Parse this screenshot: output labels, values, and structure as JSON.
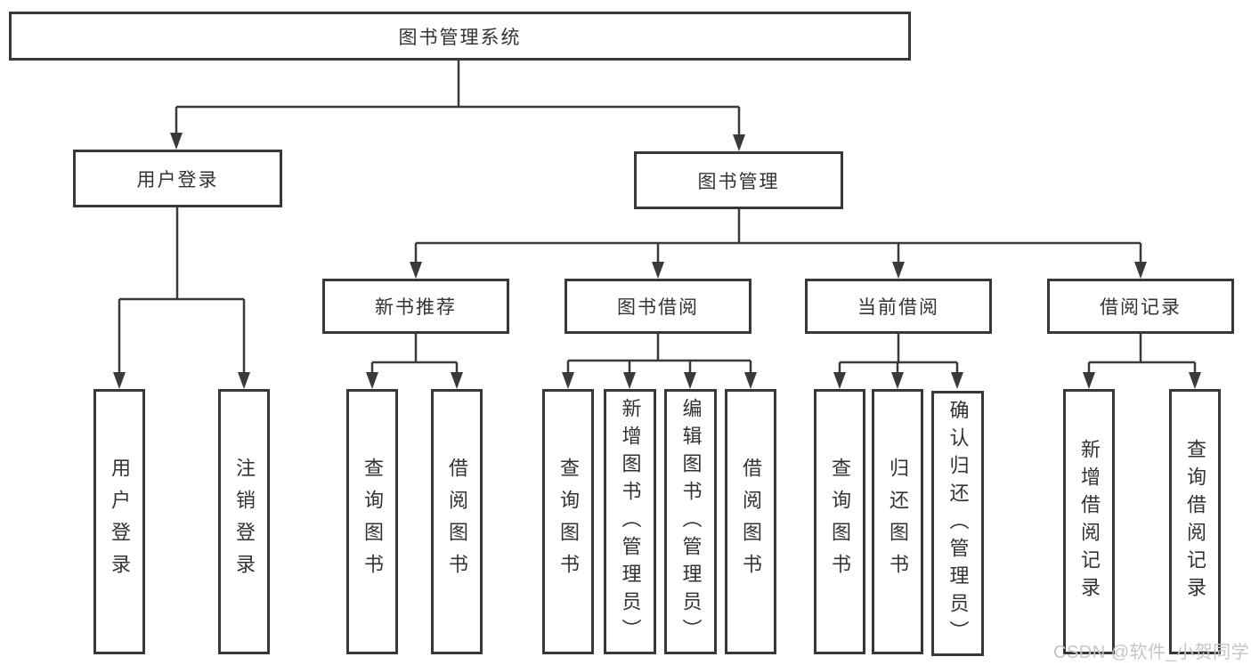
{
  "tree": {
    "label": "图书管理系统",
    "children": [
      {
        "label": "用户登录",
        "children": [
          {
            "label": "用户登录"
          },
          {
            "label": "注销登录"
          }
        ]
      },
      {
        "label": "图书管理",
        "children": [
          {
            "label": "新书推荐",
            "children": [
              {
                "label": "查询图书"
              },
              {
                "label": "借阅图书"
              }
            ]
          },
          {
            "label": "图书借阅",
            "children": [
              {
                "label": "查询图书"
              },
              {
                "label": "新增图书（管理员）"
              },
              {
                "label": "编辑图书（管理员）"
              },
              {
                "label": "借阅图书"
              }
            ]
          },
          {
            "label": "当前借阅",
            "children": [
              {
                "label": "查询图书"
              },
              {
                "label": "归还图书"
              },
              {
                "label": "确认归还（管理员）"
              }
            ]
          },
          {
            "label": "借阅记录",
            "children": [
              {
                "label": "新增借阅记录"
              },
              {
                "label": "查询借阅记录"
              }
            ]
          }
        ]
      }
    ]
  },
  "watermark": {
    "text": "CSDN @软件_小贺同学"
  },
  "colors": {
    "line": "#3a3a3a",
    "box_border": "#383838",
    "text": "#333333",
    "background": "#ffffff",
    "watermark": "#c6c6c6"
  }
}
